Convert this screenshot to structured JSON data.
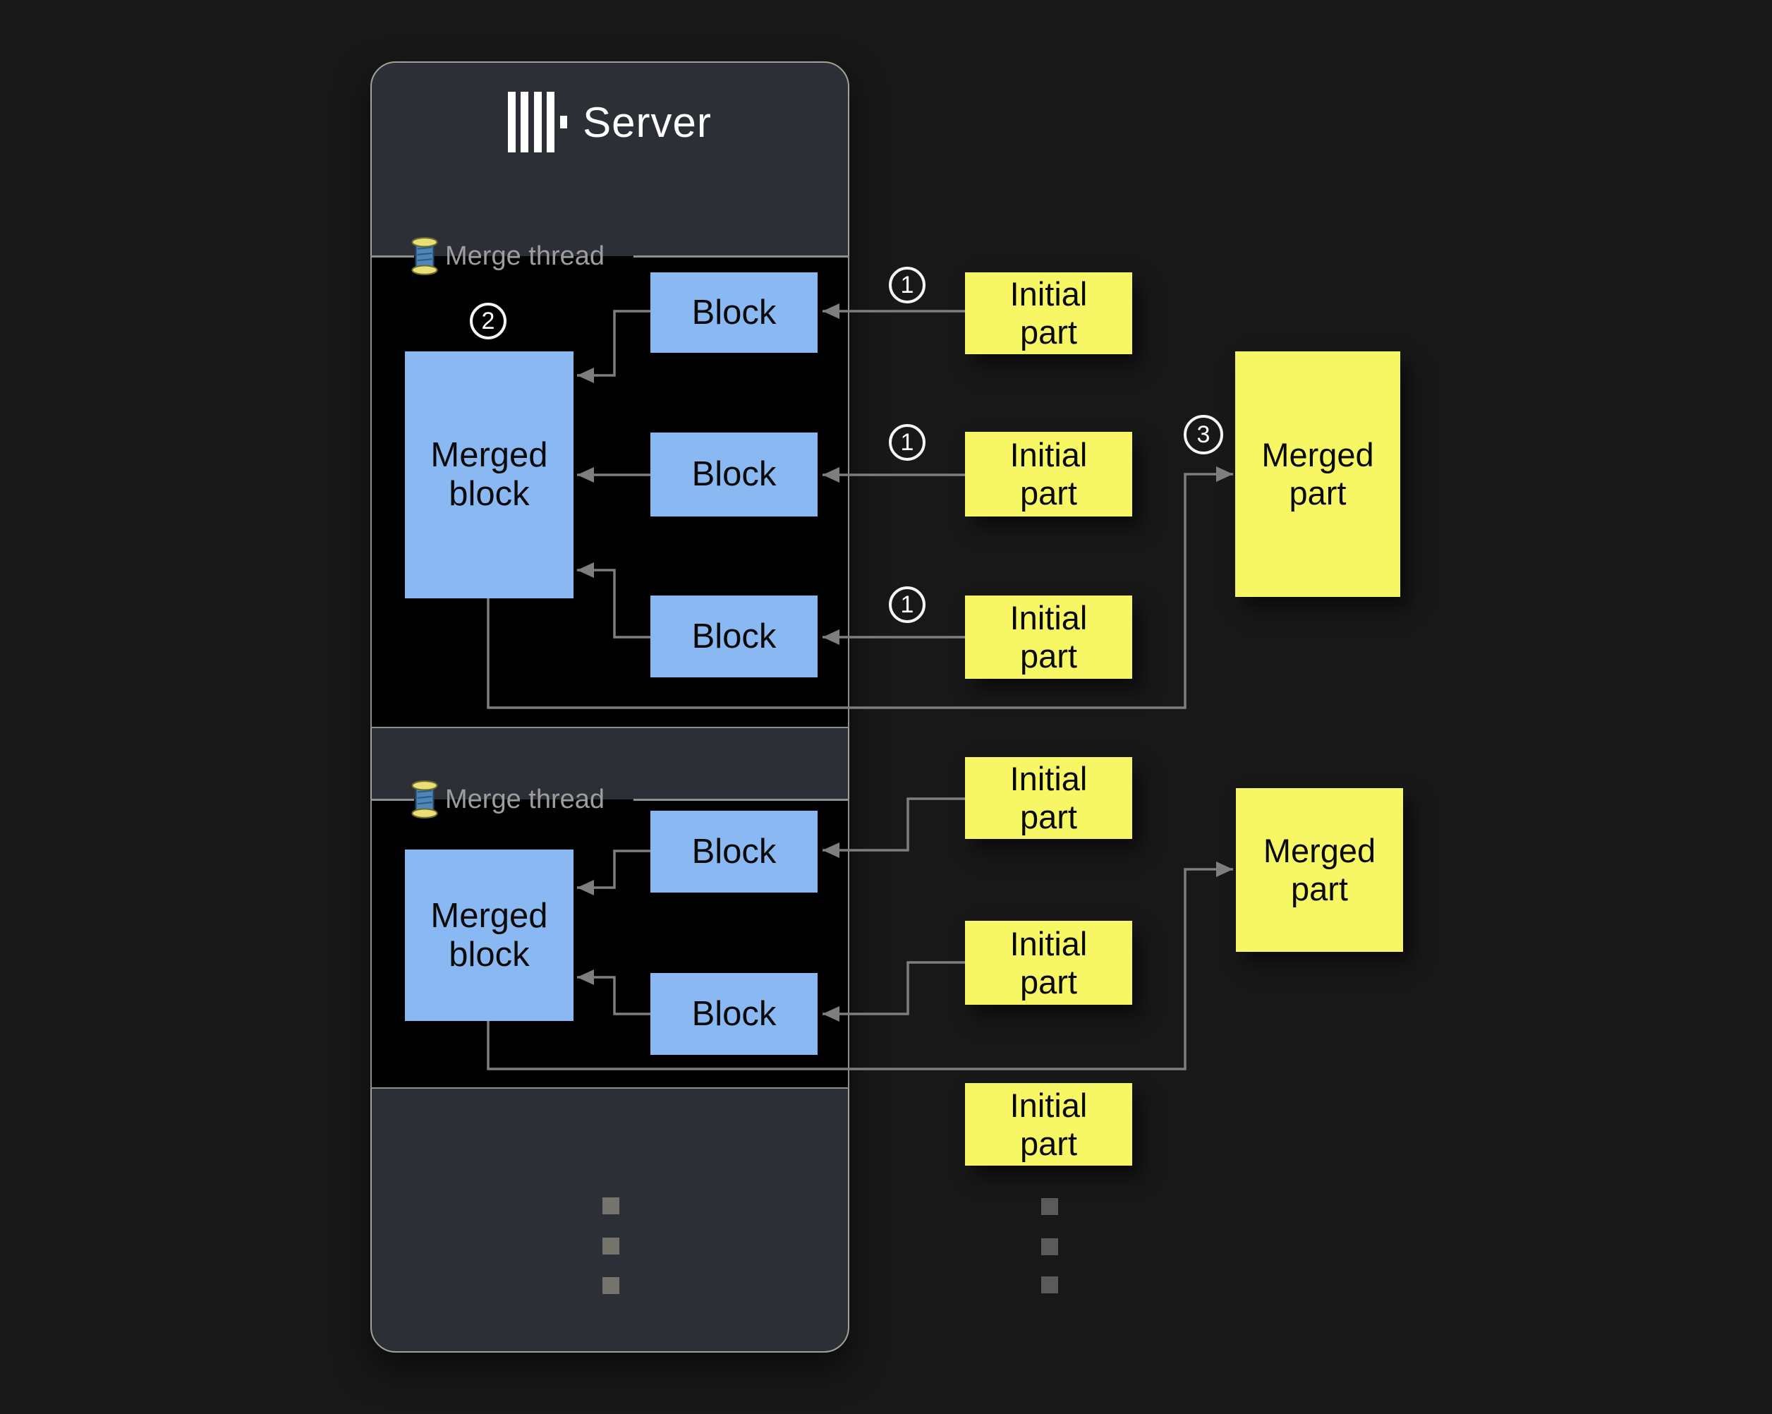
{
  "colors": {
    "background": "#181818",
    "panel": "#2c2f36",
    "panel_border": "#a2a296",
    "section_black": "#000000",
    "block_blue": "#8ab8f3",
    "part_yellow": "#f7f766",
    "connector_gray": "#7e7e7e",
    "legend_gray": "#9d9d9d"
  },
  "server_panel": {
    "title": "Server",
    "logo_icon": "clickhouse-bars-logo"
  },
  "merge_threads": [
    {
      "legend": "Merge thread",
      "legend_icon": "thread-spool-emoji",
      "step_badge": "2",
      "merged_block": {
        "label": "Merged\nblock"
      },
      "blocks": [
        {
          "label": "Block"
        },
        {
          "label": "Block"
        },
        {
          "label": "Block"
        }
      ]
    },
    {
      "legend": "Merge thread",
      "legend_icon": "thread-spool-emoji",
      "merged_block": {
        "label": "Merged\nblock"
      },
      "blocks": [
        {
          "label": "Block"
        },
        {
          "label": "Block"
        }
      ]
    }
  ],
  "initial_parts": [
    {
      "label": "Initial\npart",
      "step_badge": "1"
    },
    {
      "label": "Initial\npart",
      "step_badge": "1"
    },
    {
      "label": "Initial\npart",
      "step_badge": "1"
    },
    {
      "label": "Initial\npart"
    },
    {
      "label": "Initial\npart"
    },
    {
      "label": "Initial\npart"
    }
  ],
  "merged_parts": [
    {
      "label": "Merged\npart",
      "step_badge": "3"
    },
    {
      "label": "Merged\npart"
    }
  ]
}
